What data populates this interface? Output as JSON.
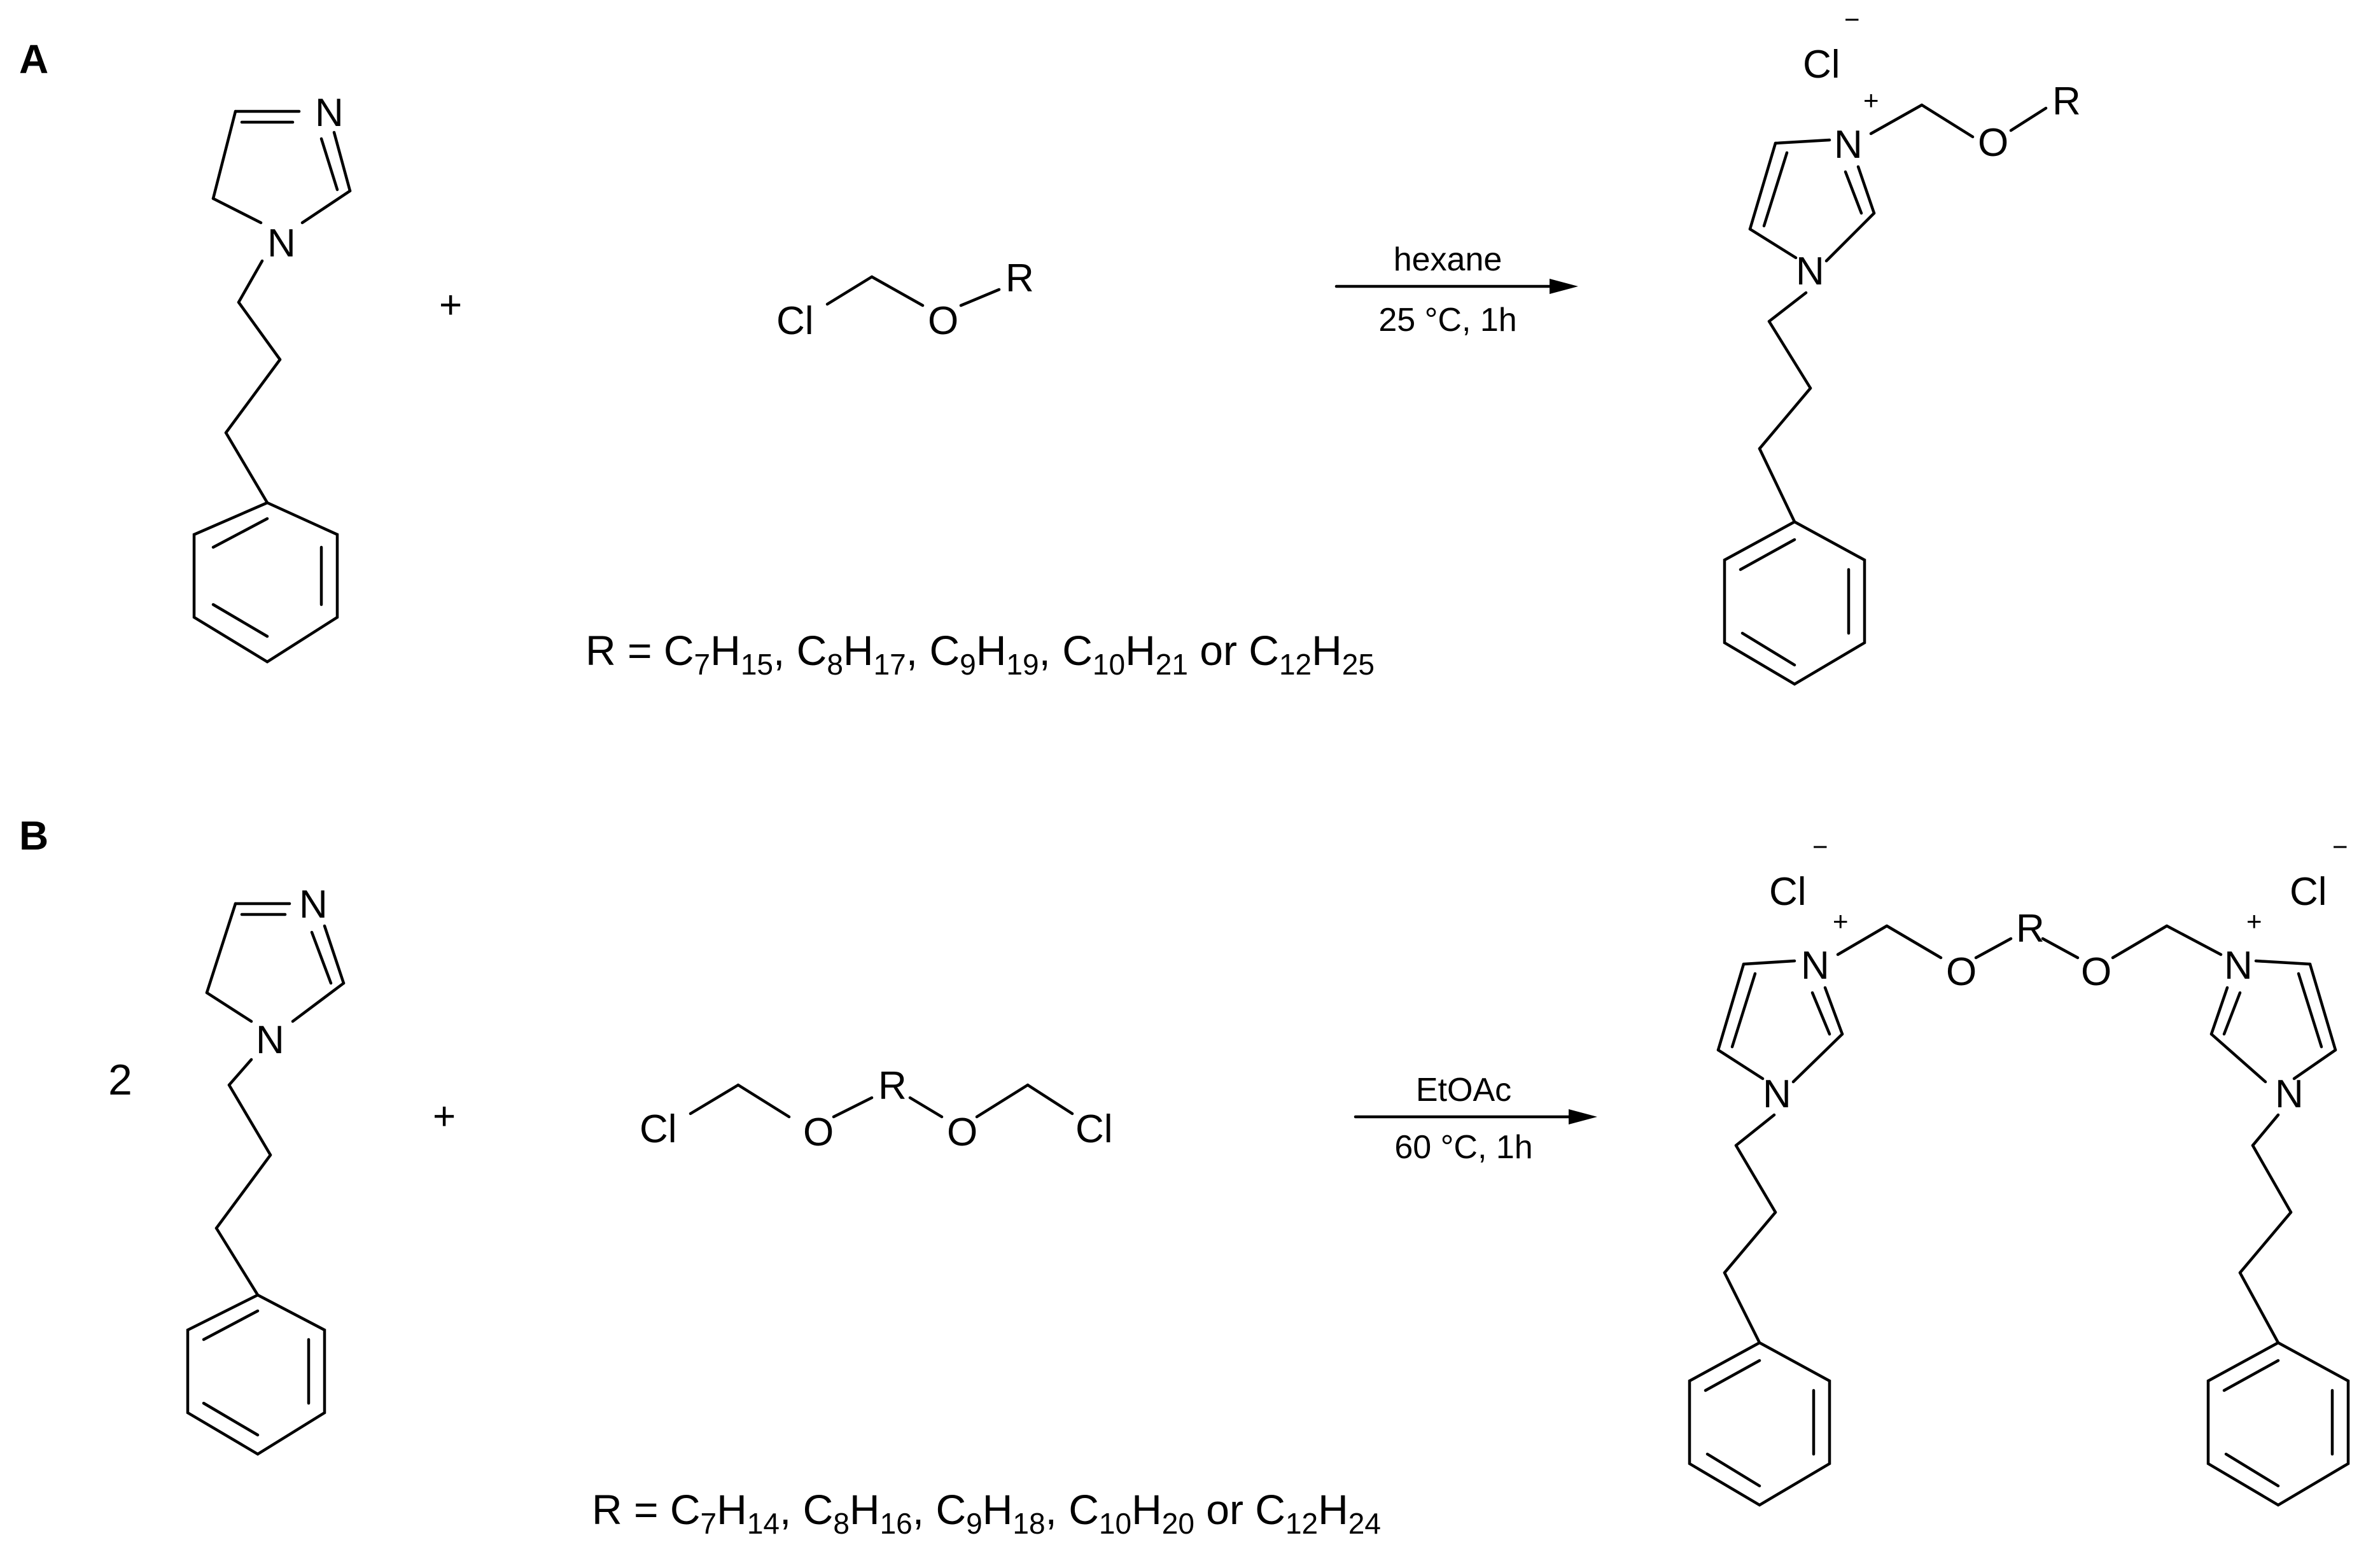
{
  "panels": {
    "a": {
      "label": "A",
      "plus": "+",
      "reagent": {
        "cl": "Cl",
        "o": "O",
        "r": "R"
      },
      "arrow": {
        "above": "hexane",
        "below": "25 °C, 1h"
      },
      "reactant_atoms": {
        "n3": "N",
        "n1": "N"
      },
      "product": {
        "cl": "Cl",
        "cl_charge": "−",
        "n_plus": "N",
        "plus_charge": "+",
        "n1": "N",
        "o": "O",
        "r": "R"
      },
      "r_def": {
        "lead": "R = C",
        "parts": [
          {
            "sub": "7",
            "text": "H"
          },
          {
            "sub": "15",
            "text": ", C"
          },
          {
            "sub": "8",
            "text": "H"
          },
          {
            "sub": "17",
            "text": ", C"
          },
          {
            "sub": "9",
            "text": "H"
          },
          {
            "sub": "19",
            "text": ", C"
          },
          {
            "sub": "10",
            "text": "H"
          },
          {
            "sub": "21",
            "text": " or C"
          },
          {
            "sub": "12",
            "text": "H"
          },
          {
            "sub": "25",
            "text": ""
          }
        ]
      }
    },
    "b": {
      "label": "B",
      "coefficient": "2",
      "plus": "+",
      "reagent": {
        "cl_left": "Cl",
        "o_left": "O",
        "r": "R",
        "o_right": "O",
        "cl_right": "Cl"
      },
      "arrow": {
        "above": "EtOAc",
        "below": "60 °C, 1h"
      },
      "reactant_atoms": {
        "n3": "N",
        "n1": "N"
      },
      "product": {
        "cl_left": "Cl",
        "cl_right": "Cl",
        "cl_charge": "−",
        "n_plus_left": "N",
        "n_plus_right": "N",
        "plus_charge": "+",
        "n1_left": "N",
        "n1_right": "N",
        "o_left": "O",
        "r": "R",
        "o_right": "O"
      },
      "r_def": {
        "lead": "R = C",
        "parts": [
          {
            "sub": "7",
            "text": "H"
          },
          {
            "sub": "14",
            "text": ", C"
          },
          {
            "sub": "8",
            "text": "H"
          },
          {
            "sub": "16",
            "text": ", C"
          },
          {
            "sub": "9",
            "text": "H"
          },
          {
            "sub": "18",
            "text": ", C"
          },
          {
            "sub": "10",
            "text": "H"
          },
          {
            "sub": "20",
            "text": " or C"
          },
          {
            "sub": "12",
            "text": "H"
          },
          {
            "sub": "24",
            "text": ""
          }
        ]
      }
    }
  }
}
